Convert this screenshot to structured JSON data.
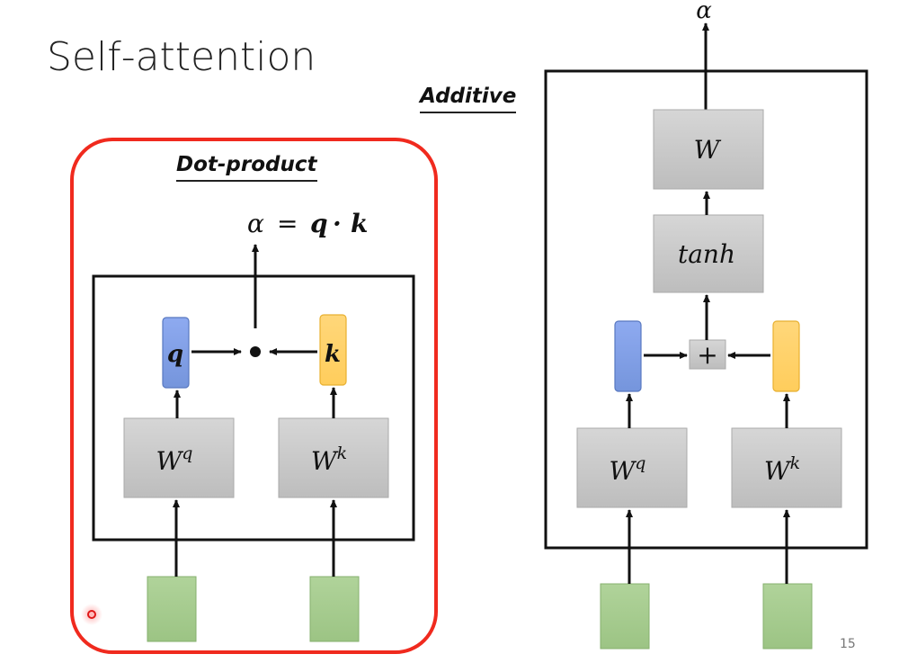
{
  "slide": {
    "title": "Self-attention",
    "page_number": "15"
  },
  "dot_product": {
    "label": "Dot-product",
    "formula": {
      "alpha": "α",
      "eq": "=",
      "q": "q",
      "dot": "·",
      "k": "k"
    },
    "query_vector": "q",
    "key_vector": "k",
    "dot_symbol": "•",
    "wq": {
      "base": "W",
      "sup": "q"
    },
    "wk": {
      "base": "W",
      "sup": "k"
    }
  },
  "additive": {
    "label": "Additive",
    "output": "α",
    "w_box": "W",
    "tanh_box": "tanh",
    "plus_symbol": "+",
    "wq": {
      "base": "W",
      "sup": "q"
    },
    "wk": {
      "base": "W",
      "sup": "k"
    }
  },
  "colors": {
    "frame_red": "#f02a1e",
    "query_blue": "#7a9ce0",
    "key_yellow": "#ffd573",
    "input_green": "#a6cc8e",
    "box_gray": "#c8c8c8"
  }
}
